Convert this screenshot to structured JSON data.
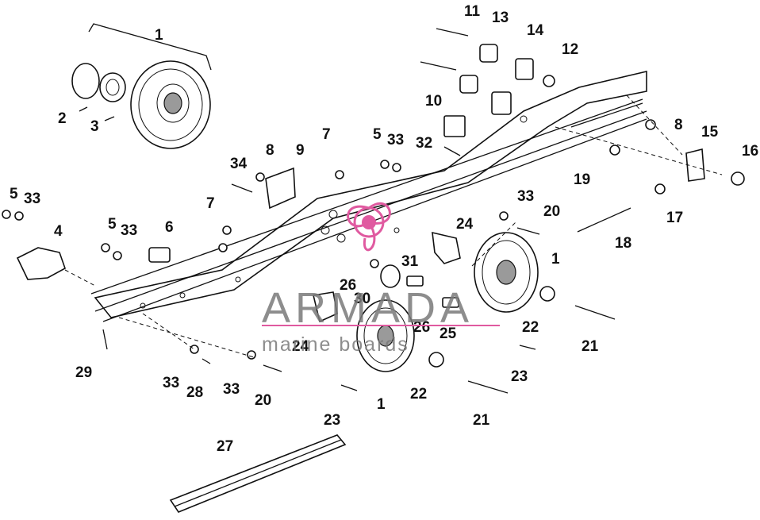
{
  "diagram": {
    "callouts": [
      {
        "id": "c1a",
        "label": "1"
      },
      {
        "id": "c2",
        "label": "2"
      },
      {
        "id": "c3",
        "label": "3"
      },
      {
        "id": "c11",
        "label": "11"
      },
      {
        "id": "c13",
        "label": "13"
      },
      {
        "id": "c14",
        "label": "14"
      },
      {
        "id": "c12",
        "label": "12"
      },
      {
        "id": "c10",
        "label": "10"
      },
      {
        "id": "c32",
        "label": "32"
      },
      {
        "id": "c5a",
        "label": "5"
      },
      {
        "id": "c33a",
        "label": "33"
      },
      {
        "id": "c7a",
        "label": "7"
      },
      {
        "id": "c8a",
        "label": "8"
      },
      {
        "id": "c9",
        "label": "9"
      },
      {
        "id": "c34",
        "label": "34"
      },
      {
        "id": "c8b",
        "label": "8"
      },
      {
        "id": "c15",
        "label": "15"
      },
      {
        "id": "c16",
        "label": "16"
      },
      {
        "id": "c19",
        "label": "19"
      },
      {
        "id": "c17",
        "label": "17"
      },
      {
        "id": "c18",
        "label": "18"
      },
      {
        "id": "c5b",
        "label": "5"
      },
      {
        "id": "c33b",
        "label": "33"
      },
      {
        "id": "c4",
        "label": "4"
      },
      {
        "id": "c5c",
        "label": "5"
      },
      {
        "id": "c33c",
        "label": "33"
      },
      {
        "id": "c6",
        "label": "6"
      },
      {
        "id": "c7b",
        "label": "7"
      },
      {
        "id": "c33d",
        "label": "33"
      },
      {
        "id": "c20a",
        "label": "20"
      },
      {
        "id": "c24a",
        "label": "24"
      },
      {
        "id": "c1b",
        "label": "1"
      },
      {
        "id": "c31",
        "label": "31"
      },
      {
        "id": "c26a",
        "label": "26"
      },
      {
        "id": "c30",
        "label": "30"
      },
      {
        "id": "c22a",
        "label": "22"
      },
      {
        "id": "c21a",
        "label": "21"
      },
      {
        "id": "c24b",
        "label": "24"
      },
      {
        "id": "c26b",
        "label": "26"
      },
      {
        "id": "c25",
        "label": "25"
      },
      {
        "id": "c23a",
        "label": "23"
      },
      {
        "id": "c29",
        "label": "29"
      },
      {
        "id": "c33e",
        "label": "33"
      },
      {
        "id": "c28",
        "label": "28"
      },
      {
        "id": "c33f",
        "label": "33"
      },
      {
        "id": "c20b",
        "label": "20"
      },
      {
        "id": "c22b",
        "label": "22"
      },
      {
        "id": "c21b",
        "label": "21"
      },
      {
        "id": "c1c",
        "label": "1"
      },
      {
        "id": "c23b",
        "label": "23"
      },
      {
        "id": "c27",
        "label": "27"
      }
    ]
  },
  "watermark": {
    "brand": "ARMADA",
    "tagline": "marine boards",
    "color": "#e05aa0"
  }
}
